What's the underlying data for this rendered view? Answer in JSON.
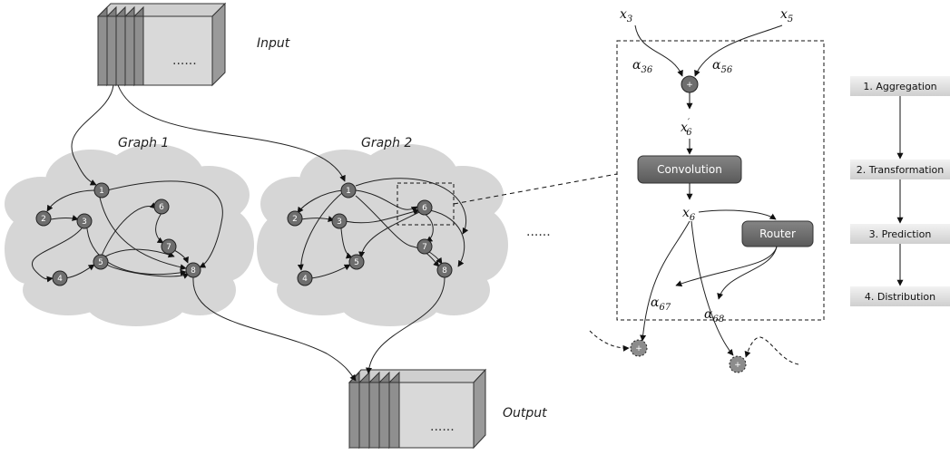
{
  "tensors": {
    "input_label": "Input",
    "output_label": "Output",
    "dots": "......"
  },
  "graphs": {
    "graph1_label": "Graph 1",
    "graph2_label": "Graph 2",
    "between_dots": "......"
  },
  "nodes": [
    "1",
    "2",
    "3",
    "4",
    "5",
    "6",
    "7",
    "8"
  ],
  "detail": {
    "x3": "x",
    "x3_sub": "3",
    "x5": "x",
    "x5_sub": "5",
    "a36": "α",
    "a36_sub": "36",
    "a56": "α",
    "a56_sub": "56",
    "sum_symbol": "+",
    "x6p": "x",
    "x6p_sub": "6",
    "x6p_prime": "′",
    "convolution": "Convolution",
    "x6": "x",
    "x6_sub": "6",
    "router": "Router",
    "a67": "α",
    "a67_sub": "67",
    "a68": "α",
    "a68_sub": "68"
  },
  "steps": [
    "1. Aggregation",
    "2. Transformation",
    "3. Prediction",
    "4. Distribution"
  ],
  "colors": {
    "node_fill": "#6e6e6e",
    "cloud": "#d6d6d6",
    "box_fill": "#6b6b6b",
    "step_fill": "#e2e2e2"
  }
}
